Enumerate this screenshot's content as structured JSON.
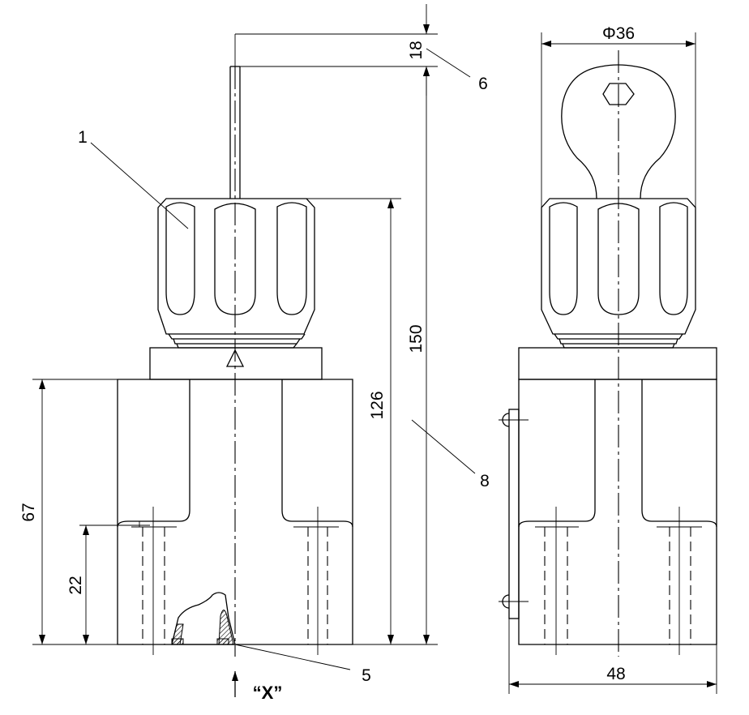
{
  "callouts": {
    "c1": "1",
    "c5": "5",
    "c6": "6",
    "c8": "8"
  },
  "dimensions": {
    "d18": "18",
    "d150": "150",
    "d126": "126",
    "d67": "67",
    "d22": "22",
    "d36": "Φ36",
    "d48": "48"
  },
  "view_label": "“X”"
}
